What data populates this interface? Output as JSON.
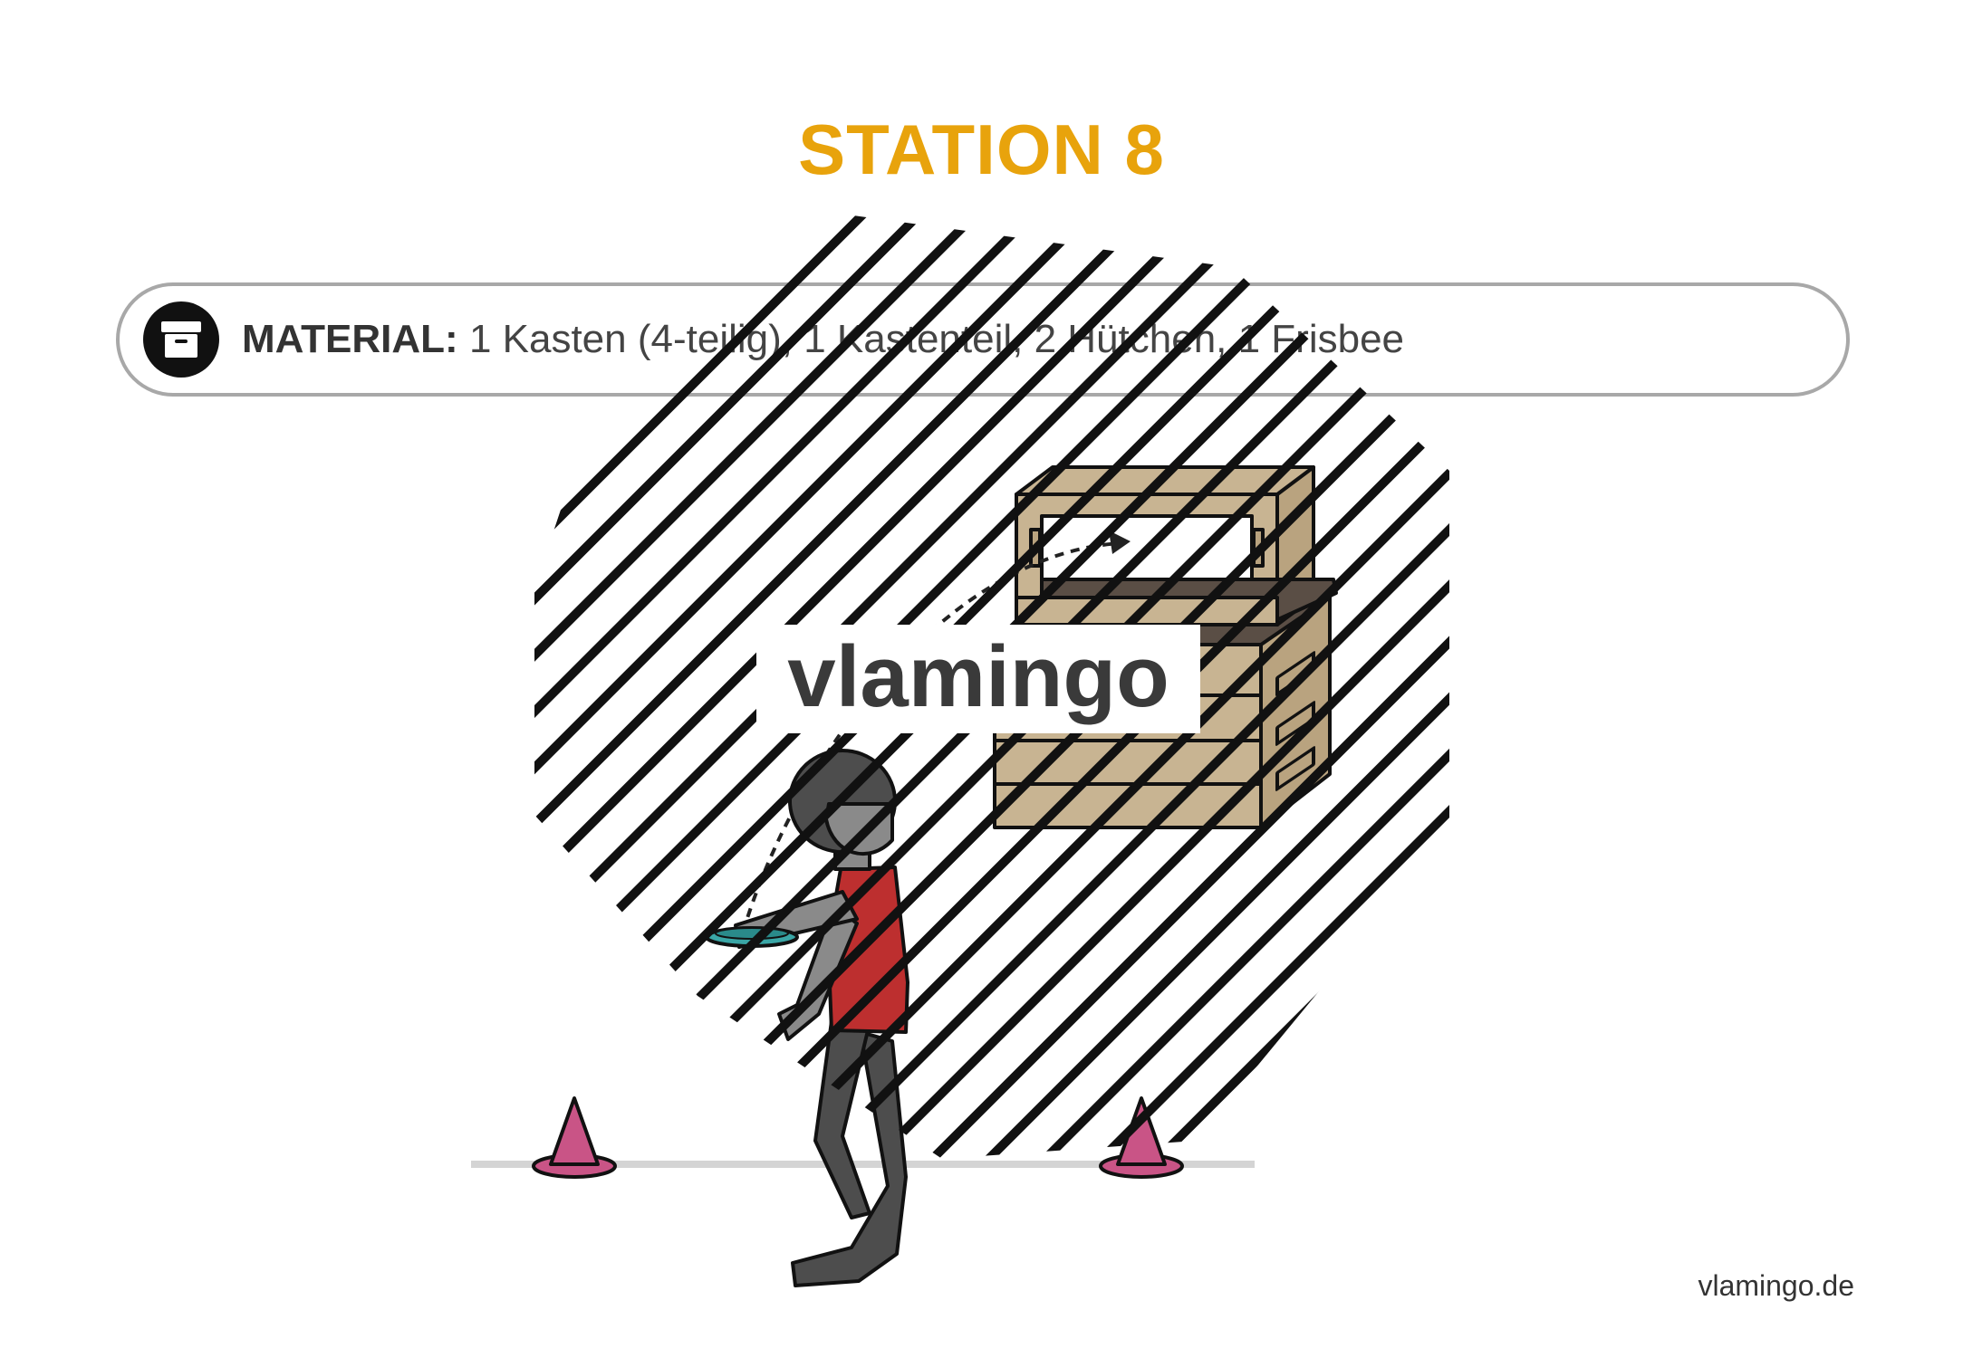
{
  "header": {
    "title": "STATION 8"
  },
  "material": {
    "label": "MATERIAL:",
    "items": "1 Kasten (4-teilig), 1 Kastenteil, 2 Hütchen, 1 Frisbee",
    "icon": "archive-box-icon"
  },
  "watermark": {
    "text": "vlamingo"
  },
  "footer": {
    "site": "vlamingo.de"
  },
  "colors": {
    "accent": "#e8a30c",
    "box": "#c8b492",
    "box_top": "#5a4e45",
    "shirt": "#bd2f2f",
    "cone": "#c95486",
    "frisbee": "#3aa6a6"
  }
}
